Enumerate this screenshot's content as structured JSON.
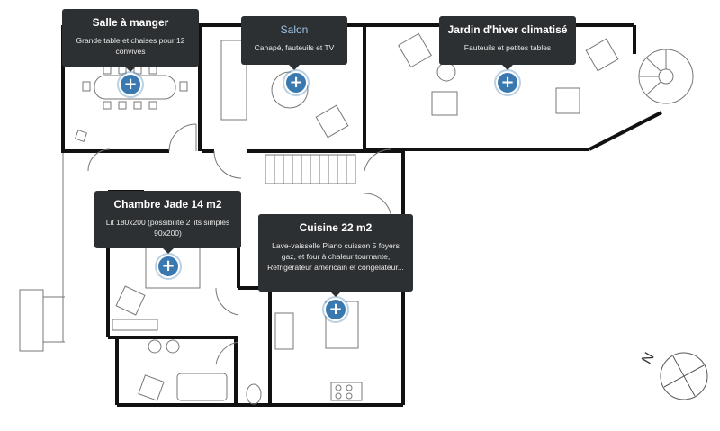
{
  "rooms": [
    {
      "title": "Salle à manger",
      "description": "Grande table et chaises pour 12 convives",
      "title_style": "bold"
    },
    {
      "title": "Salon",
      "description": "Canapé, fauteuils et TV",
      "title_style": "accent"
    },
    {
      "title": "Jardin d'hiver climatisé",
      "description": "Fauteuils et petites tables",
      "title_style": "bold"
    },
    {
      "title": "Chambre Jade 14 m2",
      "description": "Lit 180x200 (possibilité 2 lits simples 90x200)",
      "title_style": "bold"
    },
    {
      "title": "Cuisine 22 m2",
      "description": "Lave-vaisselle Piano cuisson 5 foyers gaz, et four à chaleur tournante, Réfrigérateur américain et congélateur...",
      "title_style": "bold"
    }
  ],
  "plus_symbol": "+",
  "compass": {
    "label": "N",
    "icon": "compass-icon"
  },
  "colors": {
    "tooltip_bg": "#2d3032",
    "hotspot": "#3a78b0",
    "salon_title": "#9ec3e6",
    "wall": "#111111"
  }
}
